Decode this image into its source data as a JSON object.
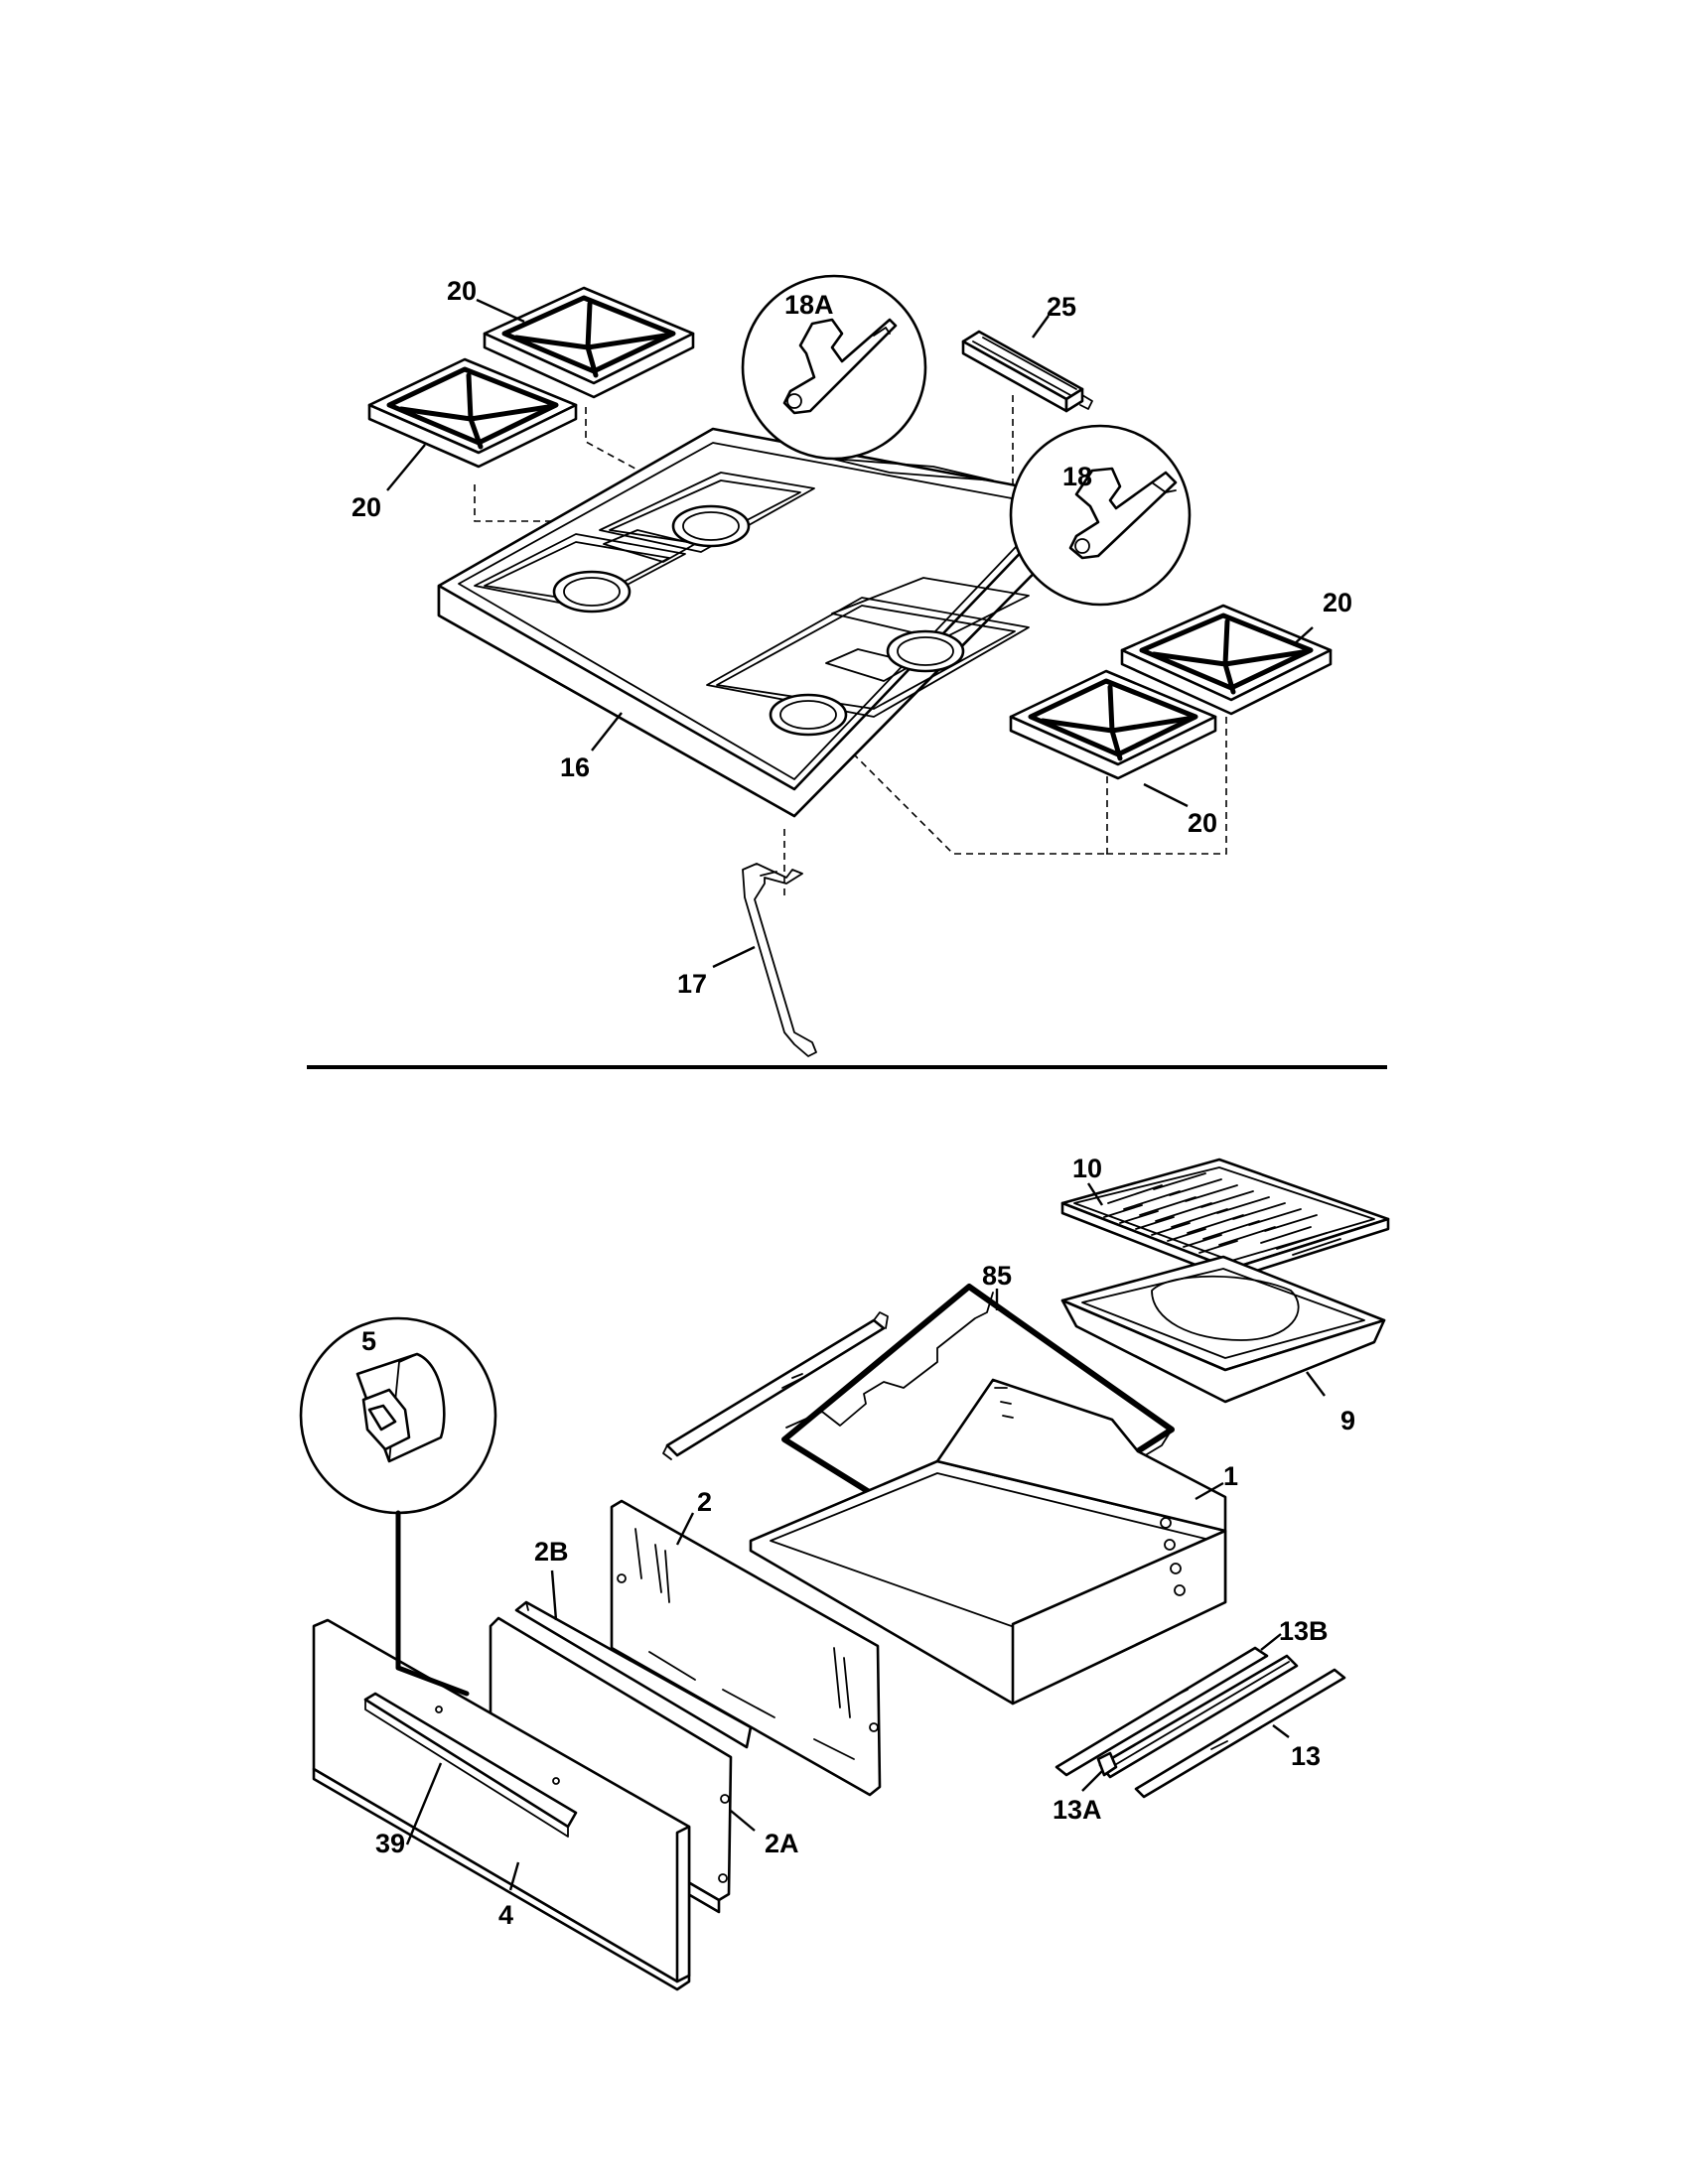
{
  "cooktop": {
    "labels": {
      "grate_left_top": "20",
      "grate_left_bottom": "20",
      "grate_right_top": "20",
      "grate_right_bottom": "20",
      "cooktop": "16",
      "anti_tip_bracket": "17",
      "bracket_detail_18a": "18A",
      "bracket_detail_18": "18",
      "burner_bar": "25"
    }
  },
  "oven": {
    "labels": {
      "broiler_grid": "10",
      "broiler_pan": "9",
      "rack": "85",
      "drawer_body": "1",
      "drawer_back_panel": "2",
      "drawer_liner": "2B",
      "drawer_clip": "2A",
      "drawer_front": "4",
      "drawer_handle": "39",
      "handle_detail": "5",
      "slide_rail_b": "13B",
      "slide_rail": "13",
      "slide_rail_a": "13A"
    }
  }
}
